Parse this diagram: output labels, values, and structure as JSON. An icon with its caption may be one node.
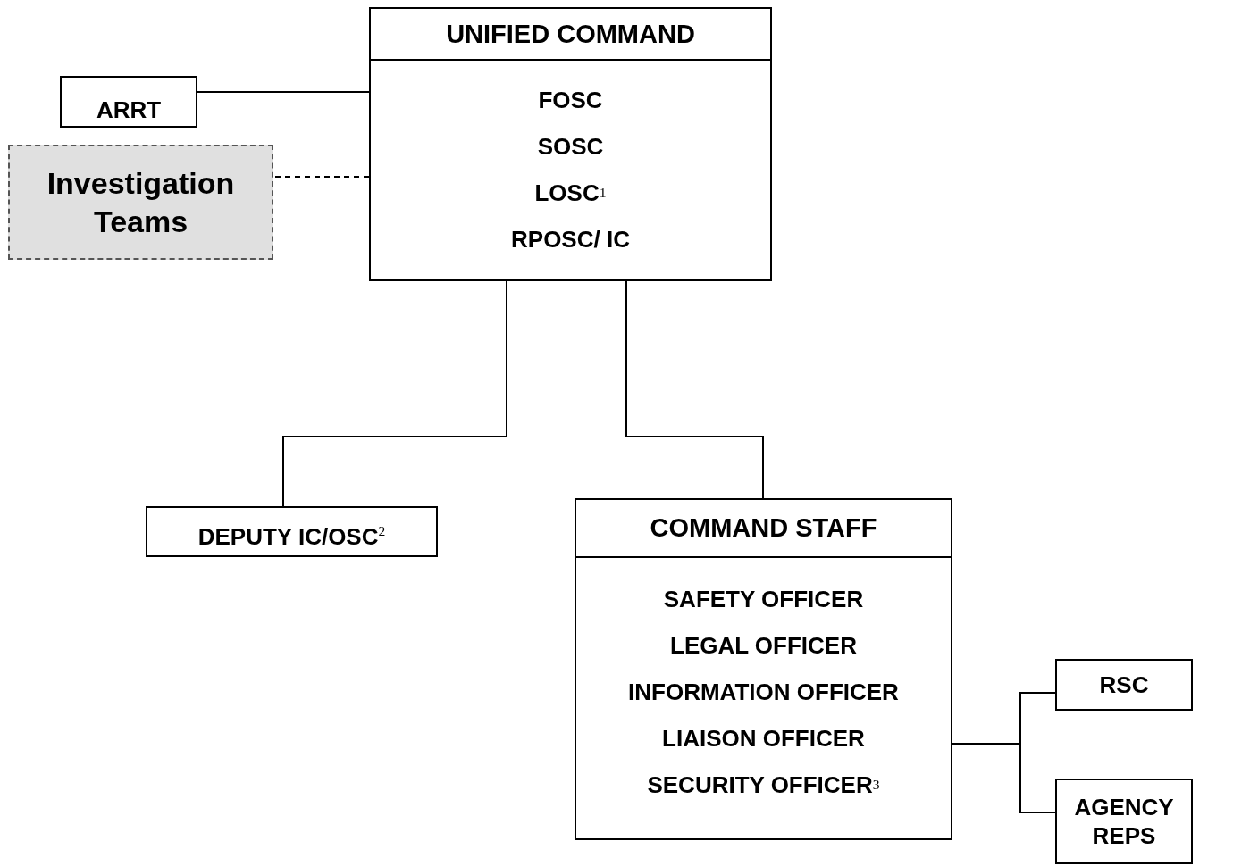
{
  "diagram": {
    "nodes": [
      {
        "text": [
          "UNIFIED COMMAND",
          "FOSC",
          "SOSC",
          "LOSC$^{1}$",
          "RPOSC/ IC"
        ]
      },
      {
        "text": [
          "ARRT"
        ]
      },
      {
        "text": [
          "Investigation Teams"
        ]
      },
      {
        "text": [
          "DEPUTY IC/OSC$^{2}$"
        ]
      },
      {
        "text": [
          "COMMAND STAFF",
          "SAFETY OFFICER",
          "LEGAL OFFICER",
          "INFORMATION OFFICER",
          "LIAISON OFFICER",
          "SECURITY OFFICER$^{3}$"
        ]
      },
      {
        "text": [
          "RSC"
        ]
      },
      {
        "text": [
          "AGENCY REPS"
        ]
      }
    ],
    "edges": [
      {
        "from": 0,
        "to": 1,
        "arrow": "none"
      },
      {
        "from": 0,
        "to": 2,
        "arrow": "none",
        "style": "dashed"
      },
      {
        "from": 0,
        "to": 3,
        "arrow": "none"
      },
      {
        "from": 0,
        "to": 4,
        "arrow": "none"
      },
      {
        "from": 4,
        "to": 5,
        "arrow": "none"
      },
      {
        "from": 4,
        "to": 6,
        "arrow": "none"
      }
    ]
  }
}
